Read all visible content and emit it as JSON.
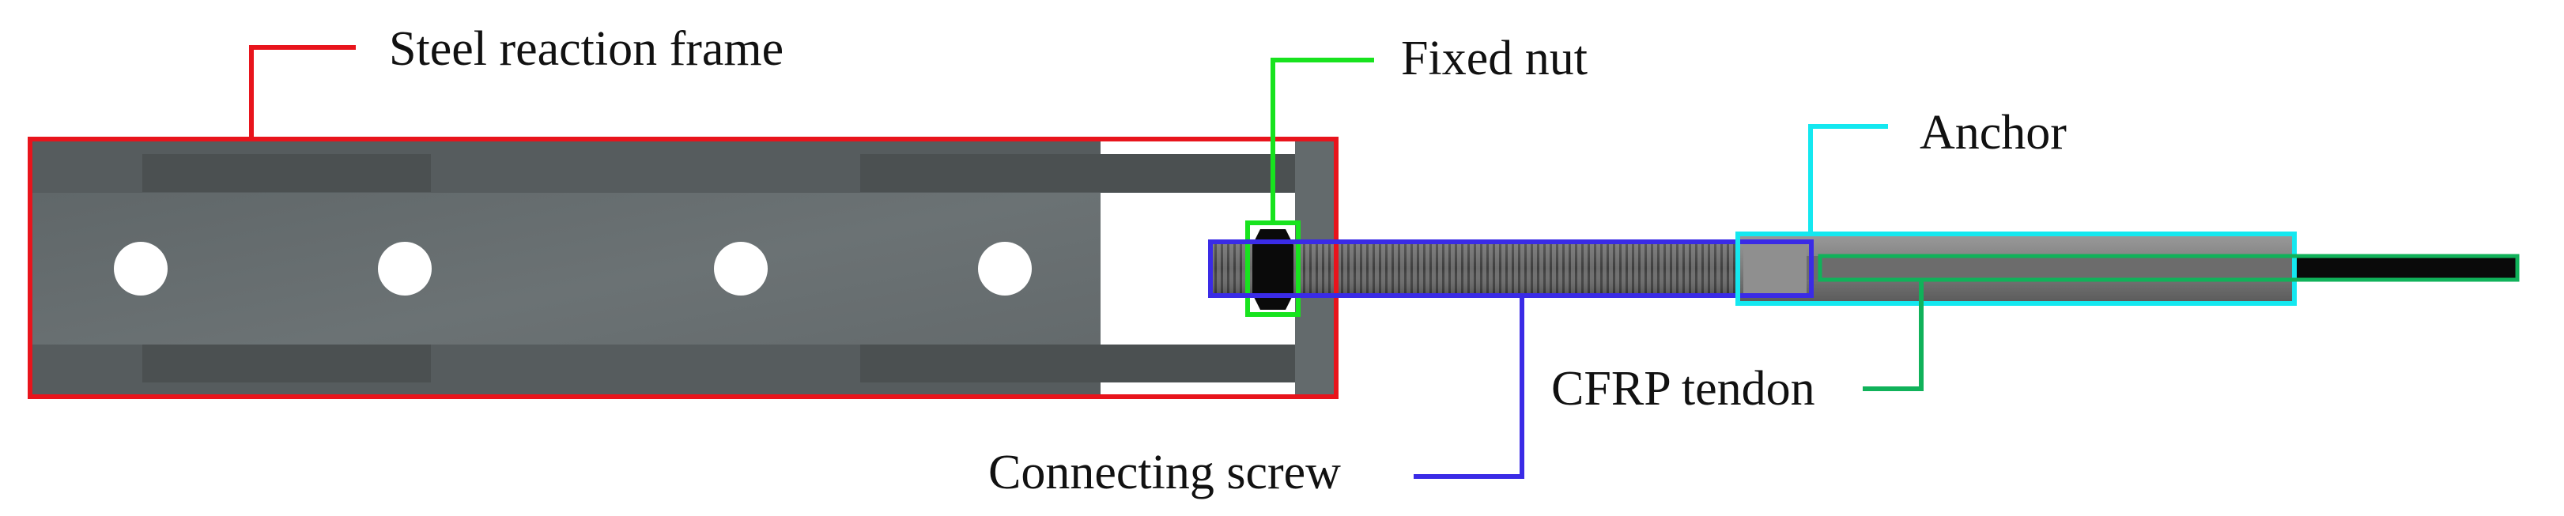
{
  "labels": {
    "frame": "Steel reaction frame",
    "nut": "Fixed nut",
    "anchor": "Anchor",
    "tendon": "CFRP tendon",
    "screw": "Connecting screw"
  },
  "colors": {
    "frame_callout": "#e8141c",
    "nut_callout": "#18e31e",
    "anchor_callout": "#14e8f0",
    "tendon_callout": "#10b25a",
    "screw_callout": "#3a2be6",
    "steel": "#666d6f",
    "steel_dark": "#505556",
    "tendon_body": "#0a0a0a"
  }
}
